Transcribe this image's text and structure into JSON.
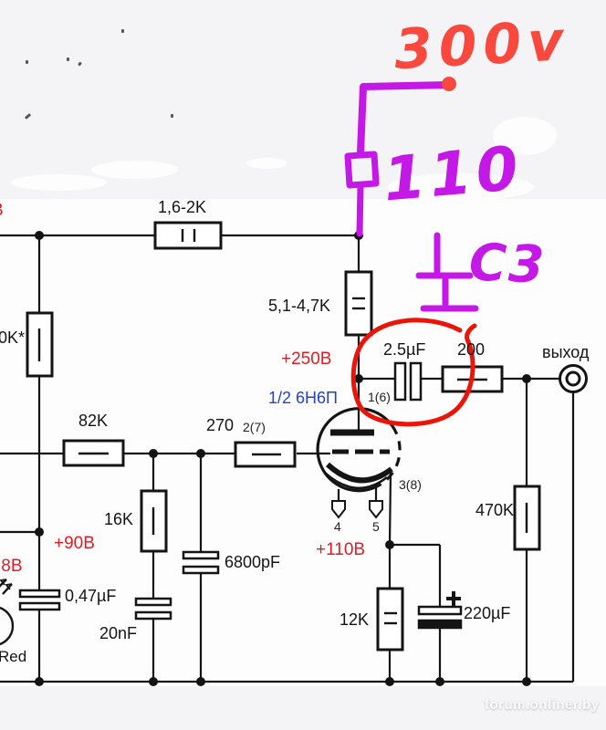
{
  "handwritten": {
    "supply_voltage": "300v",
    "series_resistor": "110",
    "cap_reference": "C3"
  },
  "components": {
    "r_plate_top": "1,6-2K",
    "r_anode": "5,1-4,7K",
    "r_grid": "270",
    "r_82k": "82K",
    "r_feedback_fragment": "0K*",
    "r_16k": "16K",
    "c_coupling": "2.5µF",
    "r_output": "200",
    "r_load": "470K",
    "r_cathode": "12K",
    "c_cathode": "220µF",
    "c_047": "0,47µF",
    "c_20n": "20nF",
    "c_6800p": "6800pF"
  },
  "voltages": {
    "anode": "+250В",
    "plus90": "+90В",
    "plus110": "+110В",
    "left_fragment_48": ",8В",
    "top_left_fragment": "В"
  },
  "tube": {
    "name": "1/2 6Н6П",
    "pin1": "1(6)",
    "pin2": "2(7)",
    "pin3": "3(8)",
    "pin4": "4",
    "pin5": "5"
  },
  "output": {
    "label": "выход"
  },
  "led": {
    "label": "Red"
  },
  "watermark": "forum.onliner.by",
  "colors": {
    "wire": "#141414",
    "voltage_red": "#e41b23",
    "tube_blue": "#2443c4",
    "hand_red": "#f9493f",
    "hand_magenta": "#c318e6",
    "circle_red": "#ea1508"
  }
}
